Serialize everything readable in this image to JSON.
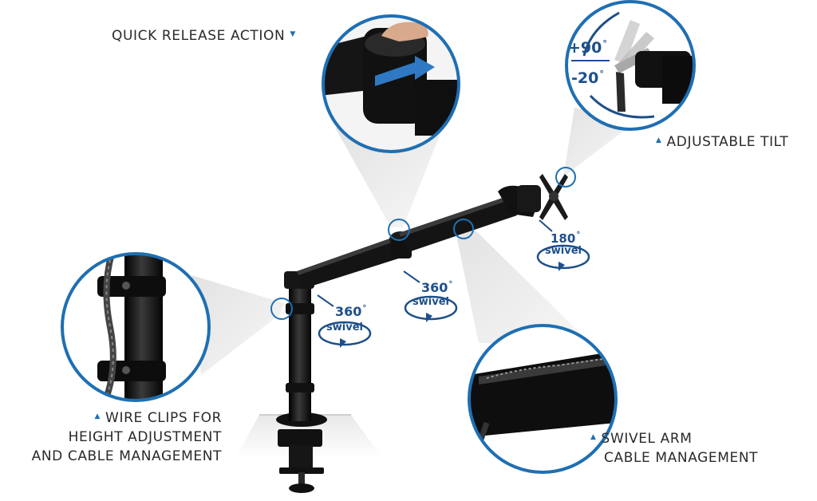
{
  "callouts": {
    "quick_release": "QUICK RELEASE ACTION",
    "adjustable_tilt": "ADJUSTABLE TILT",
    "wire_clips": [
      "WIRE CLIPS FOR",
      "HEIGHT ADJUSTMENT",
      "AND CABLE MANAGEMENT"
    ],
    "swivel_arm": [
      "SWIVEL ARM",
      "CABLE MANAGEMENT"
    ]
  },
  "swivels": [
    {
      "degrees": "360",
      "unit": "°",
      "word": "swivel"
    },
    {
      "degrees": "360",
      "unit": "°",
      "word": "swivel"
    },
    {
      "degrees": "180",
      "unit": "°",
      "word": "swivel"
    }
  ],
  "tilt": {
    "up": "+90",
    "down": "-20",
    "unit": "°"
  },
  "colors": {
    "accent": "#1f6fb2",
    "arrow": "#1d4f8a",
    "product": "#111111",
    "cone": "#e6e6e6",
    "text": "#2a2a2a"
  },
  "icons": [
    "triangle-marker-icon",
    "arrow-right-icon"
  ]
}
